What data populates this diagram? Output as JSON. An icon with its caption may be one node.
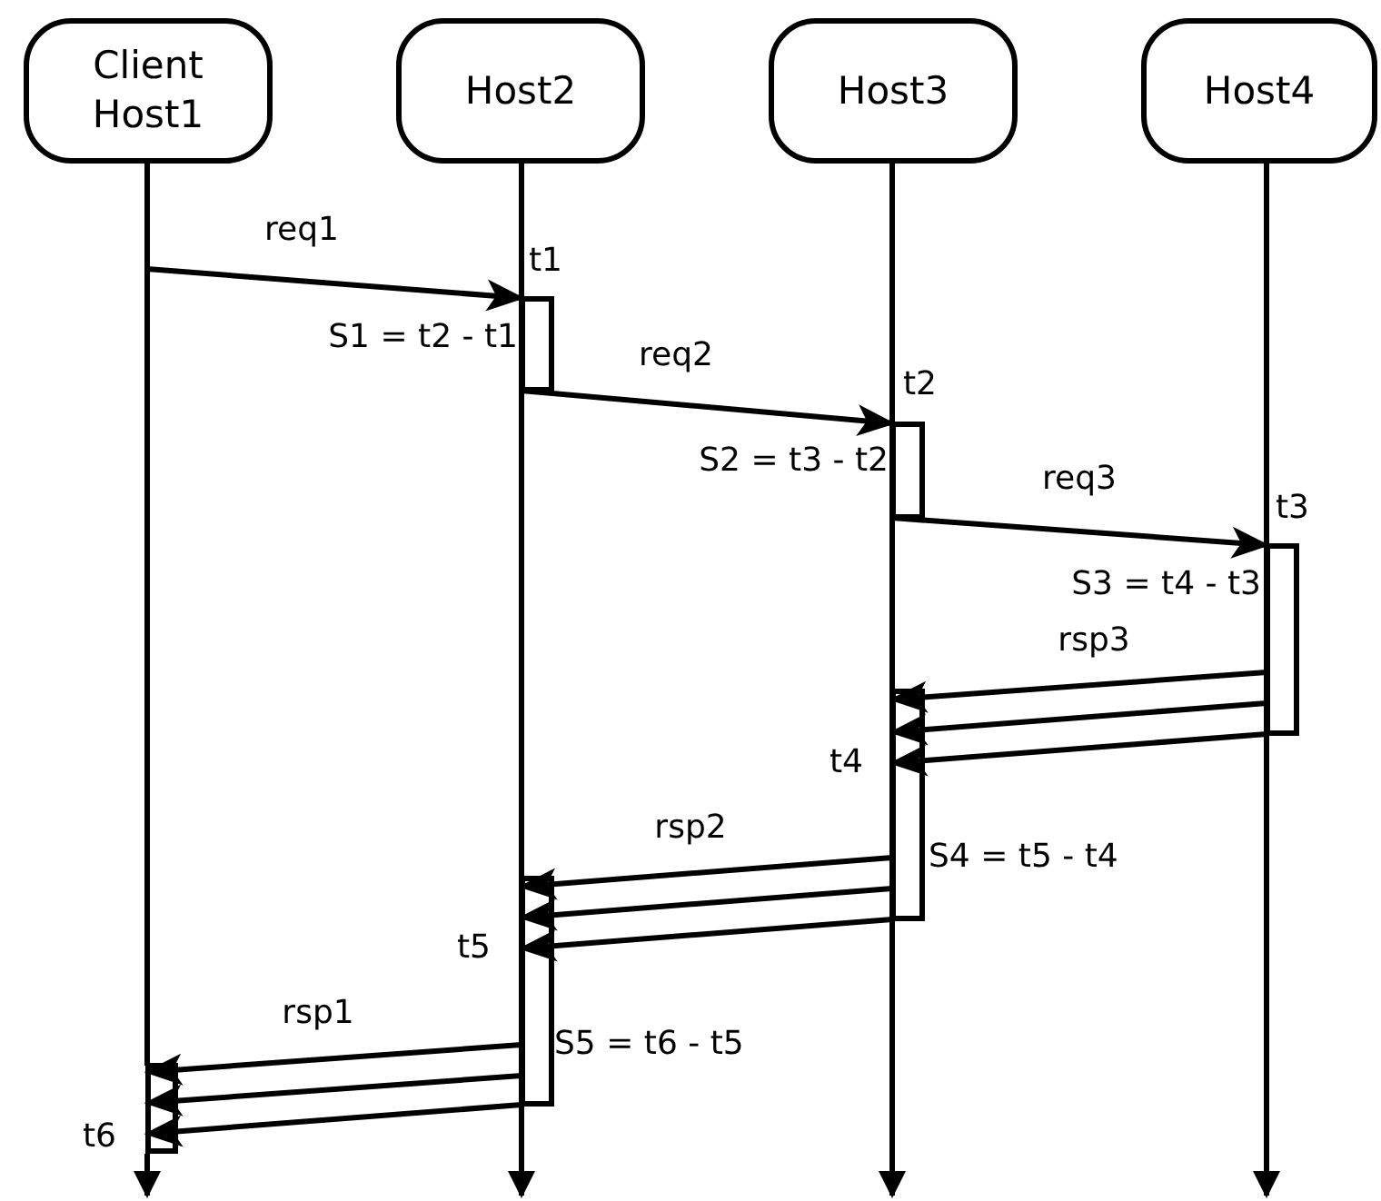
{
  "diagram": {
    "nodes": [
      {
        "text": [
          "Client Host1"
        ]
      },
      {
        "text": [
          "Host2"
        ]
      },
      {
        "text": [
          "Host3"
        ]
      },
      {
        "text": [
          "Host4"
        ]
      },
      {
        "text": [],
        "shape": "bar",
        "beside": [
          "t1",
          "S1 = t2 - t1"
        ]
      },
      {
        "text": [],
        "shape": "bar",
        "beside": [
          "t2",
          "S2 = t3 - t2"
        ]
      },
      {
        "text": [],
        "shape": "bar",
        "beside": [
          "t3",
          "S3 = t4 - t3"
        ]
      },
      {
        "text": [],
        "shape": "bar",
        "beside": [
          "t4",
          "S4 = t5 - t4"
        ]
      },
      {
        "text": [],
        "shape": "bar",
        "beside": [
          "t5",
          "S5 = t6 - t5"
        ]
      },
      {
        "text": [],
        "shape": "bar",
        "beside": [
          "t6"
        ]
      }
    ],
    "edges": [
      {
        "from": 0,
        "to": 9,
        "arrow": "none"
      },
      {
        "from": 1,
        "to": null,
        "arrow": "to"
      },
      {
        "from": 2,
        "to": null,
        "arrow": "to"
      },
      {
        "from": 3,
        "to": null,
        "arrow": "to"
      },
      {
        "from": null,
        "to": 4,
        "arrow": "to",
        "label": "req1"
      },
      {
        "from": 4,
        "to": 5,
        "arrow": "to",
        "label": "req2"
      },
      {
        "from": 5,
        "to": 6,
        "arrow": "to",
        "label": "req3"
      },
      {
        "from": 6,
        "to": 7,
        "arrow": "to",
        "label": "rsp3"
      },
      {
        "from": 6,
        "to": 7,
        "arrow": "to"
      },
      {
        "from": 6,
        "to": 7,
        "arrow": "to"
      },
      {
        "from": 7,
        "to": 8,
        "arrow": "to",
        "label": "rsp2"
      },
      {
        "from": 7,
        "to": 8,
        "arrow": "to"
      },
      {
        "from": 7,
        "to": 8,
        "arrow": "to"
      },
      {
        "from": 8,
        "to": 9,
        "arrow": "to",
        "label": "rsp1"
      },
      {
        "from": 8,
        "to": 9,
        "arrow": "to"
      },
      {
        "from": 8,
        "to": 9,
        "arrow": "to"
      },
      {
        "from": 9,
        "to": null,
        "arrow": "to"
      }
    ]
  }
}
